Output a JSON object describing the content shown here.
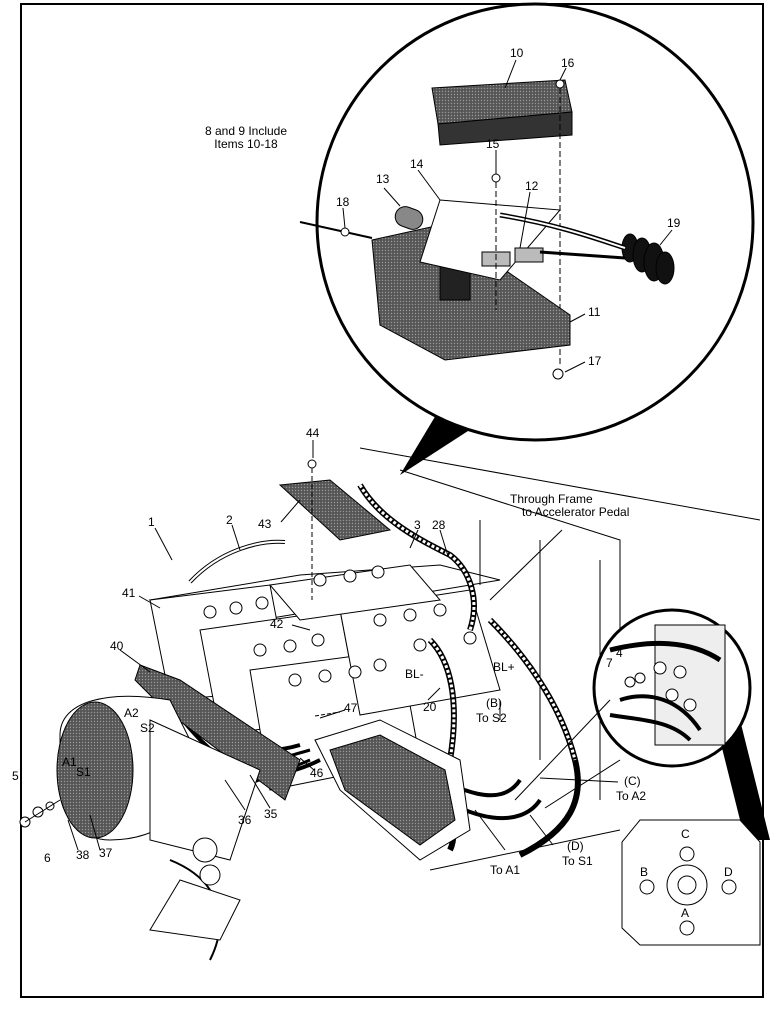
{
  "notes": {
    "include_line1": "8 and 9 Include",
    "include_line2": "Items 10-18",
    "frame_line1": "Through Frame",
    "frame_line2": "to Accelerator Pedal"
  },
  "parts": {
    "p1": "1",
    "p2": "2",
    "p3": "3",
    "p4": "4",
    "p5": "5",
    "p6": "6",
    "p7": "7",
    "p10": "10",
    "p11": "11",
    "p12": "12",
    "p13": "13",
    "p14": "14",
    "p15": "15",
    "p16": "16",
    "p17": "17",
    "p18": "18",
    "p19": "19",
    "p20": "20",
    "p28": "28",
    "p35": "35",
    "p36": "36",
    "p37": "37",
    "p38": "38",
    "p40": "40",
    "p41": "41",
    "p42": "42",
    "p43": "43",
    "p44": "44",
    "p46": "46",
    "p47": "47"
  },
  "terminals": {
    "bl_minus": "BL-",
    "bl_plus": "BL+",
    "a2": "A2",
    "s2": "S2",
    "a1": "A1",
    "s1": "S1"
  },
  "connections": {
    "b_letter": "(B)",
    "b_to": "To S2",
    "c_letter": "(C)",
    "c_to": "To A2",
    "d_letter": "(D)",
    "d_to": "To S1",
    "to_a1": "To A1"
  },
  "motor_inset": {
    "b": "B",
    "c": "C",
    "d": "D",
    "a": "A"
  }
}
